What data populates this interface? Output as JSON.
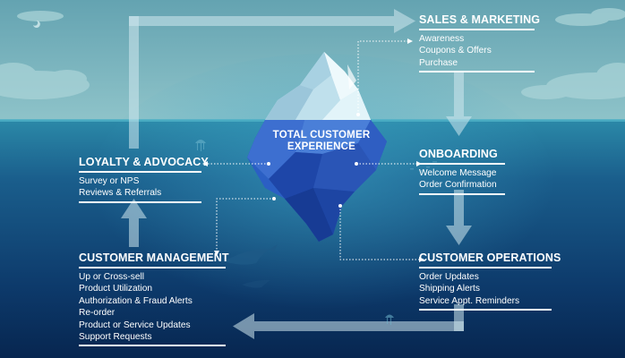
{
  "center": {
    "line1": "TOTAL CUSTOMER",
    "line2": "EXPERIENCE"
  },
  "stages": {
    "sales_marketing": {
      "title": "SALES & MARKETING",
      "items": [
        "Awareness",
        "Coupons & Offers",
        "Purchase"
      ]
    },
    "onboarding": {
      "title": "ONBOARDING",
      "items": [
        "Welcome Message",
        "Order Confirmation"
      ]
    },
    "customer_operations": {
      "title": "CUSTOMER OPERATIONS",
      "items": [
        "Order Updates",
        "Shipping Alerts",
        "Service Appt. Reminders"
      ]
    },
    "customer_management": {
      "title": "CUSTOMER MANAGEMENT",
      "items": [
        "Up or Cross-sell",
        "Product Utilization",
        "Authorization & Fraud Alerts",
        "Re-order",
        "Product or Service Updates",
        "Support Requests"
      ]
    },
    "loyalty_advocacy": {
      "title": "LOYALTY & ADVOCACY",
      "items": [
        "Survey or NPS",
        "Reviews & Referrals"
      ]
    }
  },
  "colors": {
    "sky": "#5a99a8",
    "water_top": "#1f6f97",
    "water_deep": "#082c5a",
    "ice_light": "#d8f0f7",
    "ice_deep": "#1d3c9e"
  }
}
